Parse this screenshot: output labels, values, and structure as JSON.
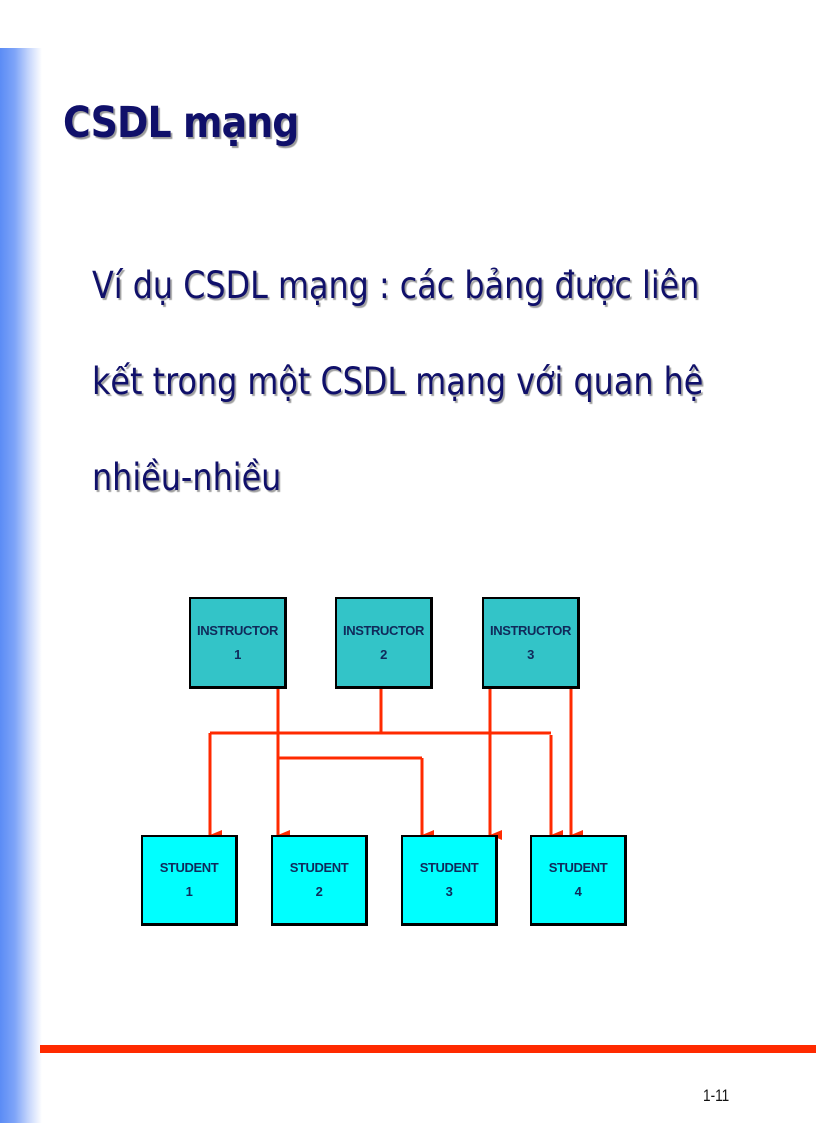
{
  "slide": {
    "title": "CSDL mạng",
    "body_lines": [
      "Ví dụ CSDL mạng : các bảng được liên",
      "kết trong một CSDL mạng với quan hệ",
      "nhiều-nhiều"
    ],
    "page_number": "1-11"
  },
  "diagram": {
    "instructors": [
      {
        "label": "INSTRUCTOR",
        "num": "1"
      },
      {
        "label": "INSTRUCTOR",
        "num": "2"
      },
      {
        "label": "INSTRUCTOR",
        "num": "3"
      }
    ],
    "students": [
      {
        "label": "STUDENT",
        "num": "1"
      },
      {
        "label": "STUDENT",
        "num": "2"
      },
      {
        "label": "STUDENT",
        "num": "3"
      },
      {
        "label": "STUDENT",
        "num": "4"
      }
    ],
    "relationships": [
      {
        "from": "INSTRUCTOR 1",
        "to": [
          "STUDENT 2",
          "STUDENT 3"
        ]
      },
      {
        "from": "INSTRUCTOR 2",
        "to": [
          "STUDENT 1",
          "STUDENT 4"
        ]
      },
      {
        "from": "INSTRUCTOR 3",
        "to": [
          "STUDENT 3",
          "STUDENT 4"
        ]
      }
    ],
    "colors": {
      "instructor_fill": "#33c4c8",
      "student_fill": "#00ffff",
      "connector": "#ff2a00",
      "text": "#10106a"
    }
  }
}
